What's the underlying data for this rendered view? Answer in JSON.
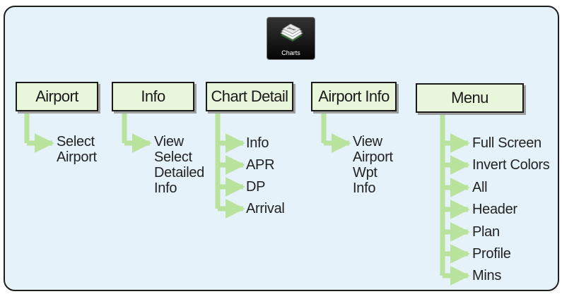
{
  "app_button": {
    "label": "Charts",
    "icon": "charts-icon"
  },
  "menus": [
    {
      "label": "Airport",
      "items": [
        [
          "Select",
          "Airport"
        ]
      ]
    },
    {
      "label": "Info",
      "items": [
        [
          "View",
          "Select",
          "Detailed",
          "Info"
        ]
      ]
    },
    {
      "label": "Chart Detail",
      "items": [
        [
          "Info"
        ],
        [
          "APR"
        ],
        [
          "DP"
        ],
        [
          "Arrival"
        ]
      ]
    },
    {
      "label": "Airport Info",
      "items": [
        [
          "View",
          "Airport",
          "Wpt",
          "Info"
        ]
      ]
    },
    {
      "label": "Menu",
      "items": [
        [
          "Full Screen"
        ],
        [
          "Invert Colors"
        ],
        [
          "All"
        ],
        [
          "Header"
        ],
        [
          "Plan"
        ],
        [
          "Profile"
        ],
        [
          "Mins"
        ]
      ]
    }
  ],
  "colors": {
    "panel": "#e5f2fa",
    "box": "#e8f7dc",
    "arrow": "#b9e29c"
  }
}
